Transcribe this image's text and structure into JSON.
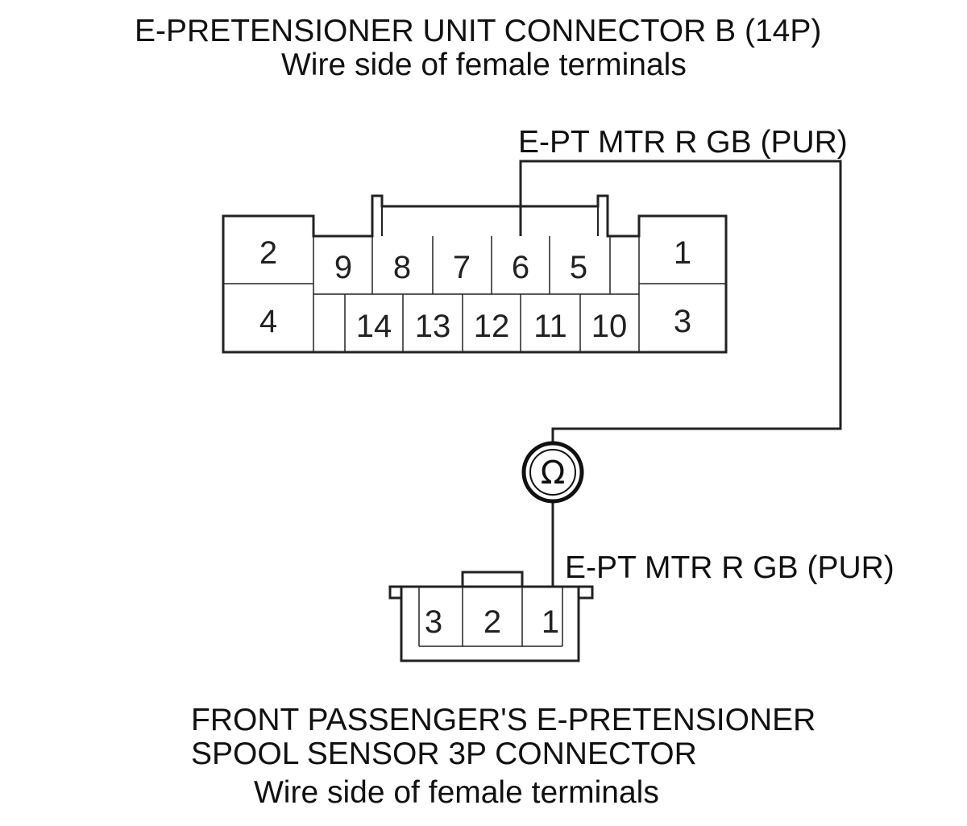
{
  "top_connector": {
    "title": "E-PRETENSIONER UNIT CONNECTOR B (14P)",
    "subtitle": "Wire side of female terminals",
    "wire_label": "E-PT MTR R GB (PUR)",
    "pins": [
      "1",
      "2",
      "3",
      "4",
      "5",
      "6",
      "7",
      "8",
      "9",
      "10",
      "11",
      "12",
      "13",
      "14"
    ]
  },
  "bottom_connector": {
    "title_line1": "FRONT PASSENGER'S E-PRETENSIONER",
    "title_line2": "SPOOL SENSOR 3P CONNECTOR",
    "subtitle": "Wire side of female terminals",
    "wire_label": "E-PT MTR R GB (PUR)",
    "pins": [
      "3",
      "2",
      "1"
    ]
  },
  "meter": {
    "symbol": "Ω",
    "icon": "ohmmeter-icon"
  }
}
